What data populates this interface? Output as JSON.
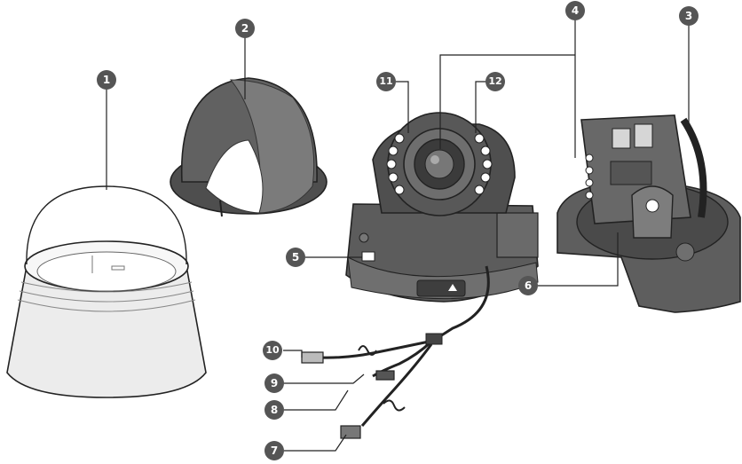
{
  "callouts": {
    "c1": "1",
    "c2": "2",
    "c3": "3",
    "c4": "4",
    "c5": "5",
    "c6": "6",
    "c7": "7",
    "c8": "8",
    "c9": "9",
    "c10": "10",
    "c11": "11",
    "c12": "12"
  },
  "colors": {
    "badge": "#555555",
    "body_dark": "#5b5b5b",
    "body_mid": "#7a7a7a",
    "outline": "#222222",
    "dome_clear": "#f4f4f4"
  }
}
